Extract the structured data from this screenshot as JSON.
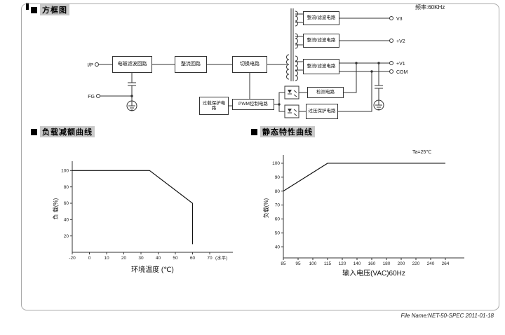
{
  "page": {
    "footer_text": "File Name:NET-50-SPEC  2011-01-18"
  },
  "sections": {
    "block_diagram_title": "方框图",
    "derating_title": "负载减额曲线",
    "static_title": "静态特性曲线"
  },
  "diagram": {
    "frequency_label": "频率:60KHz",
    "terminals": {
      "input": "I/P",
      "fg": "FG",
      "v3": "V3",
      "v2": "+V2",
      "v1": "+V1",
      "com": "COM"
    },
    "blocks": {
      "emi_filter": "电磁滤波回路",
      "rectifier": "整流回路",
      "switching": "切换电路",
      "rect_filter": "整流/滤波电路",
      "overload_protect": "过载保护电路",
      "pwm_control": "PWM控制电路",
      "detection": "检测电路",
      "overvoltage_protect": "过压保护电路"
    }
  },
  "chart_data": [
    {
      "type": "line",
      "title": "负载减额曲线",
      "xlabel": "环境温度 (℃)",
      "ylabel": "负 载(%)",
      "x_ticks": [
        -20,
        0,
        10,
        20,
        30,
        40,
        50,
        60,
        70
      ],
      "x_axis_suffix": "(水平)",
      "y_ticks": [
        20,
        40,
        60,
        80,
        100
      ],
      "ylim": [
        0,
        108
      ],
      "grid": false,
      "legend": "none",
      "series": [
        {
          "name": "load-derating",
          "points": [
            [
              -20,
              100
            ],
            [
              35,
              100
            ],
            [
              60,
              60
            ],
            [
              60,
              10
            ]
          ]
        }
      ]
    },
    {
      "type": "line",
      "title": "静态特性曲线",
      "annotation": "Ta=25℃",
      "xlabel": "输入电压(VAC)60Hz",
      "ylabel": "负载(%)",
      "x_ticks": [
        85,
        95,
        100,
        115,
        120,
        140,
        160,
        180,
        200,
        220,
        240,
        264
      ],
      "y_ticks": [
        40,
        50,
        60,
        70,
        80,
        90,
        100
      ],
      "ylim": [
        32,
        104
      ],
      "grid": false,
      "legend": "none",
      "series": [
        {
          "name": "static-characteristic",
          "points": [
            [
              85,
              80
            ],
            [
              115,
              100
            ],
            [
              264,
              100
            ]
          ]
        }
      ]
    }
  ]
}
